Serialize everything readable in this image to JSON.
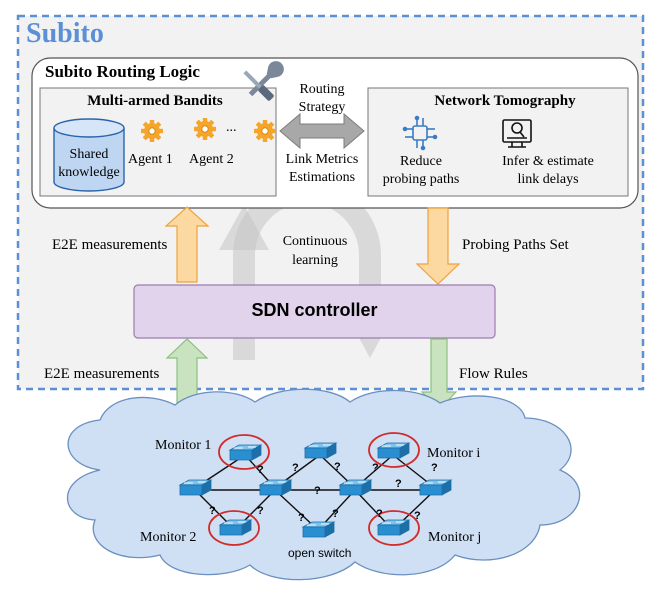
{
  "subito_label": "Subito",
  "routing_logic": {
    "title": "Subito Routing Logic",
    "bandits": {
      "title": "Multi-armed Bandits",
      "shared_knowledge": [
        "Shared",
        "knowledge"
      ],
      "agent1": "Agent 1",
      "agent2": "Agent 2",
      "ellipsis": "..."
    },
    "exchange": {
      "top": [
        "Routing",
        "Strategy"
      ],
      "bottom": [
        "Link Metrics",
        "Estimations"
      ]
    },
    "tomography": {
      "title": "Network Tomography",
      "reduce": [
        "Reduce",
        "probing paths"
      ],
      "infer": [
        "Infer & estimate",
        "link delays"
      ]
    }
  },
  "labels": {
    "e2e_upper": "E2E measurements",
    "continuous": [
      "Continuous",
      "learning"
    ],
    "probing_set": "Probing Paths Set",
    "sdn": "SDN controller",
    "e2e_lower": "E2E measurements",
    "flow_rules": "Flow Rules"
  },
  "network": {
    "monitor1": "Monitor 1",
    "monitor2": "Monitor 2",
    "monitori": "Monitor i",
    "monitorj": "Monitor j",
    "open_switch": "open switch",
    "unknown_mark": "?"
  },
  "colors": {
    "dashed_border": "#5b8fd6",
    "subito_text": "#5b8fd6",
    "outer_fill": "#f2f2f2",
    "sdn_fill": "#e2d3ec",
    "sdn_border": "#9b7bb0",
    "orange_arrow": "#fbd9a0",
    "orange_stroke": "#f0a23c",
    "green_arrow": "#c9e3c0",
    "green_stroke": "#8cc07e",
    "cloud_fill": "#cfe0f5",
    "monitor_ring": "#d22b2b",
    "switch_blue": "#2a8fd0"
  }
}
